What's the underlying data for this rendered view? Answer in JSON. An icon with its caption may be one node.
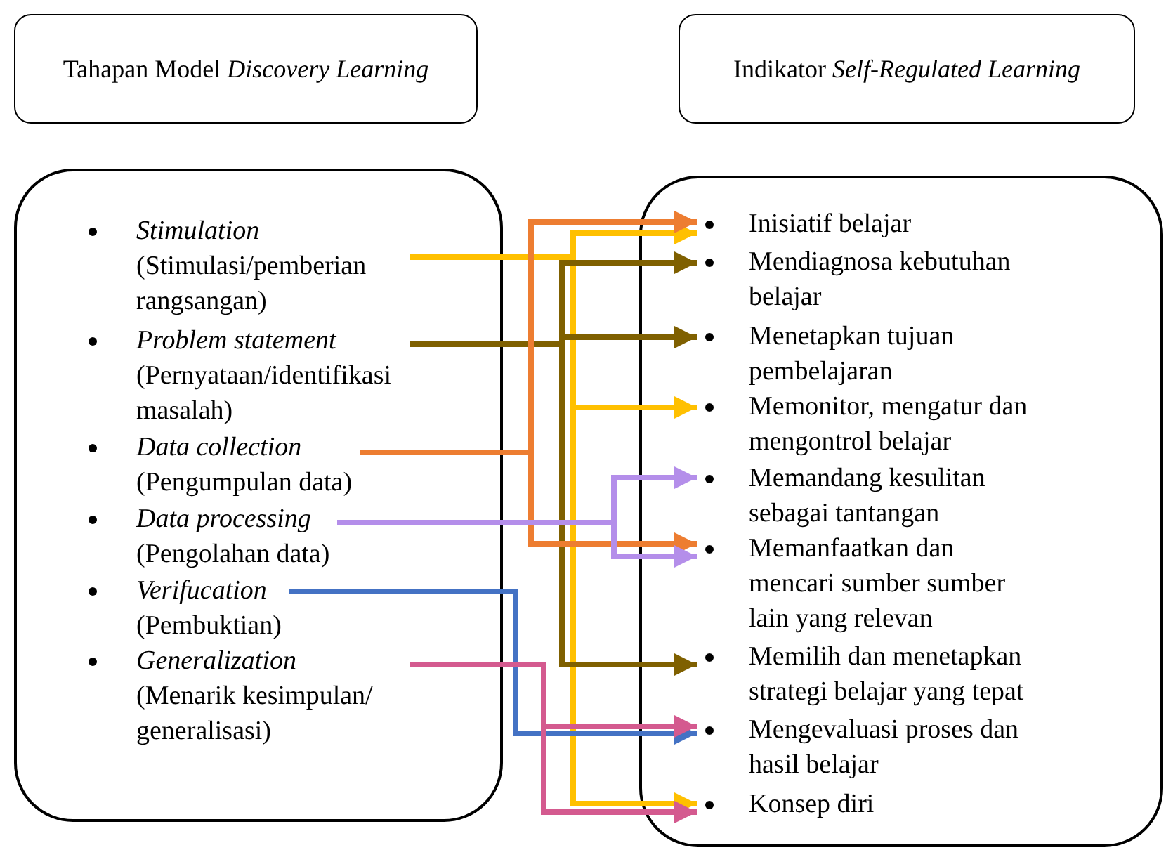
{
  "diagram": {
    "nodes": [
      {
        "text": [
          "Tahapan Model *Discovery Learning*"
        ]
      },
      {
        "text": [
          "Indikator *Self-Regulated Learning*"
        ]
      },
      {
        "text": [],
        "shape": "box"
      },
      {
        "text": [
          "Stimulation",
          "(Stimulasi/pemberian rangsangan)"
        ],
        "in": 2
      },
      {
        "text": [
          "Problem statement",
          "(Pernyataan/identifikasi masalah)"
        ],
        "in": 2
      },
      {
        "text": [
          "Data collection",
          "(Pengumpulan data)"
        ],
        "in": 2
      },
      {
        "text": [
          "Data processing",
          "(Pengolahan data)"
        ],
        "in": 2
      },
      {
        "text": [
          "Verifucation",
          "(Pembuktian)"
        ],
        "in": 2
      },
      {
        "text": [
          "Generalization",
          "(Menarik kesimpulan/ generalisasi)"
        ],
        "in": 2
      },
      {
        "text": [],
        "shape": "box"
      },
      {
        "text": [
          "Inisiatif belajar"
        ],
        "in": 9
      },
      {
        "text": [
          "Mendiagnosa kebutuhan belajar"
        ],
        "in": 9
      },
      {
        "text": [
          "Menetapkan tujuan pembelajaran"
        ],
        "in": 9
      },
      {
        "text": [
          "Memonitor, mengatur dan mengontrol belajar"
        ],
        "in": 9
      },
      {
        "text": [
          "Memandang kesulitan sebagai tantangan"
        ],
        "in": 9
      },
      {
        "text": [
          "Memanfaatkan dan mencari sumber sumber lain yang relevan"
        ],
        "in": 9
      },
      {
        "text": [
          "Memilih dan menetapkan strategi belajar yang tepat"
        ],
        "in": 9
      },
      {
        "text": [
          "Mengevaluasi proses dan hasil belajar"
        ],
        "in": 9
      },
      {
        "text": [
          "Konsep diri"
        ],
        "in": 9
      }
    ],
    "edges": [
      {
        "from": 3,
        "to": 10,
        "arrow": "to",
        "color": "#ffc000"
      },
      {
        "from": 3,
        "to": 13,
        "arrow": "to",
        "color": "#ffc000"
      },
      {
        "from": 3,
        "to": 18,
        "arrow": "to",
        "color": "#ffc000"
      },
      {
        "from": 4,
        "to": 11,
        "arrow": "to",
        "color": "#7f6000"
      },
      {
        "from": 4,
        "to": 12,
        "arrow": "to",
        "color": "#7f6000"
      },
      {
        "from": 4,
        "to": 16,
        "arrow": "to",
        "color": "#7f6000"
      },
      {
        "from": 5,
        "to": 10,
        "arrow": "to",
        "color": "#ed7d31"
      },
      {
        "from": 5,
        "to": 15,
        "arrow": "to",
        "color": "#ed7d31"
      },
      {
        "from": 6,
        "to": 14,
        "arrow": "to",
        "color": "#b48eea"
      },
      {
        "from": 6,
        "to": 15,
        "arrow": "to",
        "color": "#b48eea"
      },
      {
        "from": 7,
        "to": 17,
        "arrow": "to",
        "color": "#4472c4"
      },
      {
        "from": 8,
        "to": 17,
        "arrow": "to",
        "color": "#d45a8f"
      },
      {
        "from": 8,
        "to": 18,
        "arrow": "to",
        "color": "#d45a8f"
      }
    ]
  }
}
